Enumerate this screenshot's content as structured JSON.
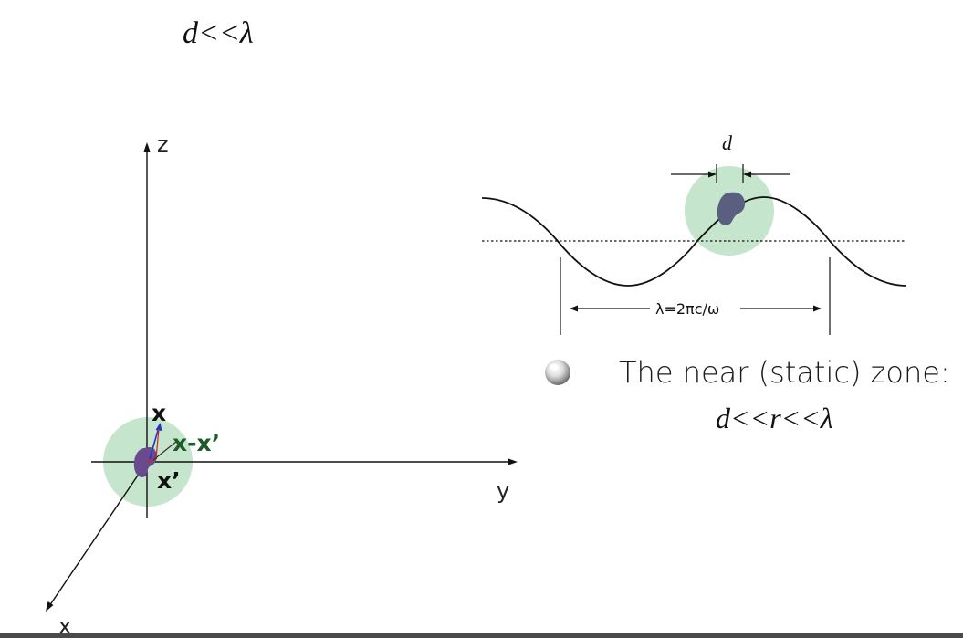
{
  "top_formula": "d<<λ",
  "axes": {
    "z_label": "z",
    "y_label": "y",
    "x_label": "x"
  },
  "vectors": {
    "x_label": "x",
    "x_minus_xprime_label": "x-x’",
    "xprime_label": "x’"
  },
  "wave_diagram": {
    "d_label": "d",
    "lambda_label": "λ=2πc/ω"
  },
  "near_zone": {
    "title": "The near (static) zone:",
    "formula": "d<<r<<λ"
  },
  "colors": {
    "zone_fill": "#c5e5cc",
    "source_blob": "#5a5f80",
    "charge_blob": "#6a4a8e",
    "vector_blue": "#2233cc",
    "vector_red": "#d62020",
    "x_minus_xprime_green": "#1e5a2a"
  },
  "icons": {
    "bullet": "sphere-bullet-icon"
  }
}
